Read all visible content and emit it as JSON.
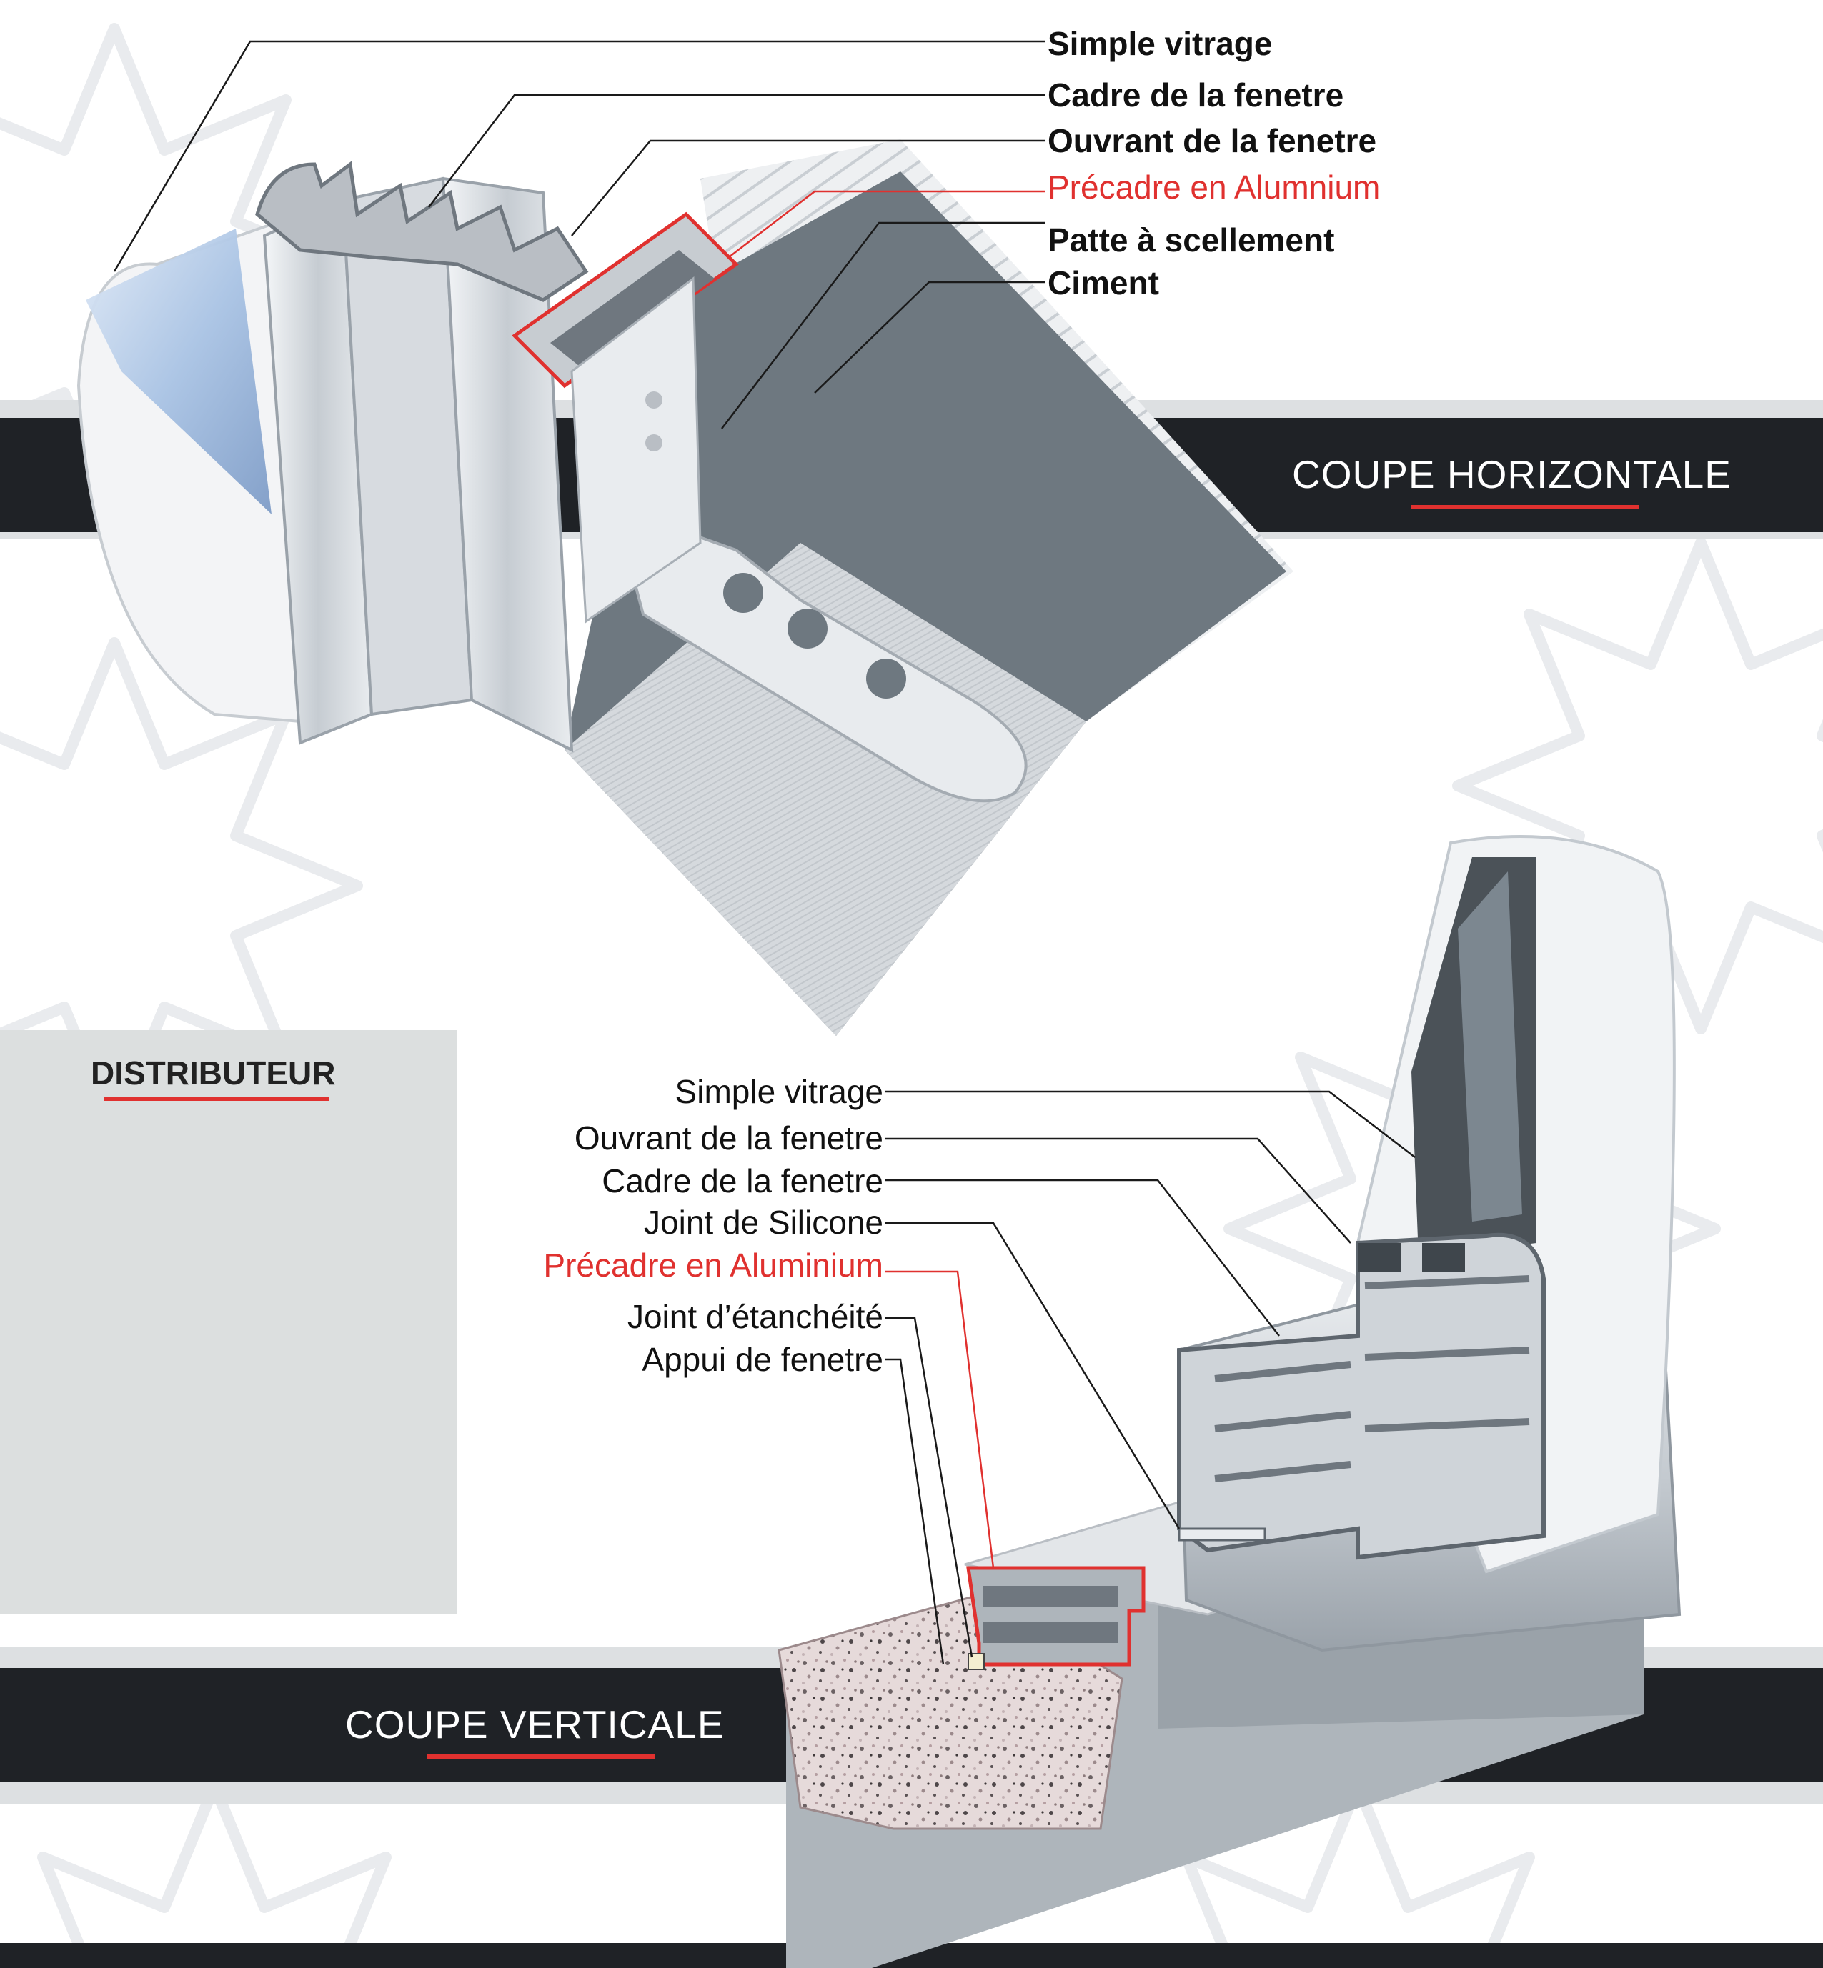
{
  "colors": {
    "band": "#1f2226",
    "accent": "#e0312f",
    "panel": "#dcdfdf",
    "metal_light": "#e4e7ea",
    "metal_mid": "#b9bec4",
    "metal_dark": "#7d868e",
    "wall": "#6e7880",
    "glass": "#aac4e6"
  },
  "horizontal_section": {
    "title": "COUPE HORIZONTALE",
    "labels": [
      {
        "text": "Simple vitrage",
        "accent": false
      },
      {
        "text": "Cadre de la fenetre",
        "accent": false
      },
      {
        "text": "Ouvrant de la fenetre",
        "accent": false
      },
      {
        "text": "Précadre en Alumnium",
        "accent": true
      },
      {
        "text": "Patte à scellement",
        "accent": false
      },
      {
        "text": "Ciment",
        "accent": false
      }
    ]
  },
  "distributor": {
    "title": "DISTRIBUTEUR"
  },
  "vertical_section": {
    "title": "COUPE VERTICALE",
    "labels": [
      {
        "text": "Simple vitrage",
        "accent": false
      },
      {
        "text": "Ouvrant de la fenetre",
        "accent": false
      },
      {
        "text": "Cadre de la fenetre",
        "accent": false
      },
      {
        "text": "Joint de Silicone",
        "accent": false
      },
      {
        "text": "Précadre en Aluminium",
        "accent": true
      },
      {
        "text": "Joint d’étanchéité",
        "accent": false
      },
      {
        "text": "Appui de fenetre",
        "accent": false
      }
    ]
  }
}
